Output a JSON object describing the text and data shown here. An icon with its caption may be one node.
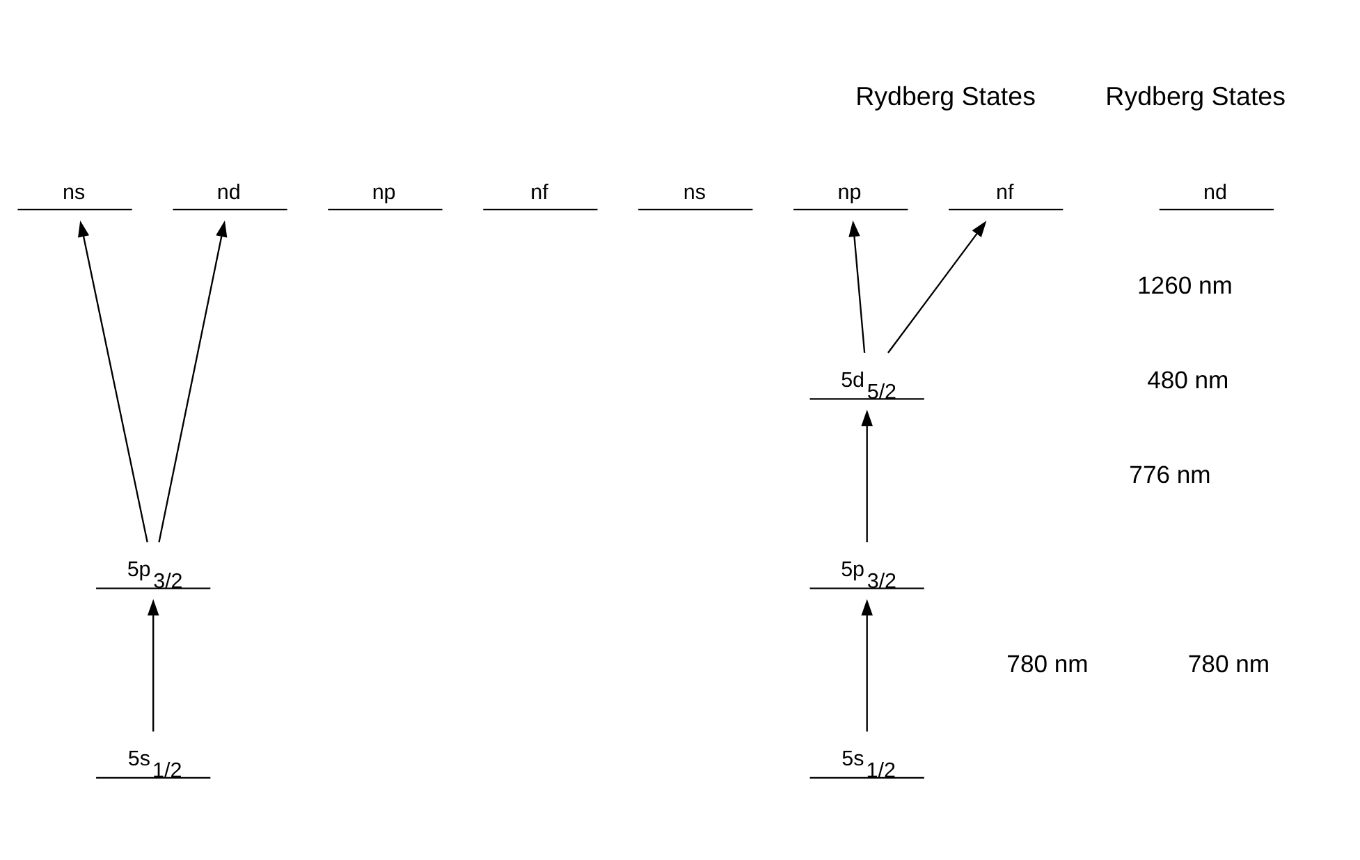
{
  "diagram": {
    "nodes": [
      {
        "text": [
          "ns"
        ]
      },
      {
        "text": [
          "np"
        ]
      },
      {
        "text": [
          "nd"
        ]
      },
      {
        "text": [
          "nf"
        ]
      },
      {
        "text": [
          "ns"
        ]
      },
      {
        "text": [
          "np"
        ]
      },
      {
        "text": [
          "nd"
        ]
      },
      {
        "text": [
          "nf"
        ]
      },
      {
        "text": [
          "5d$_{5/2}$"
        ]
      },
      {
        "text": [
          "5p$_{3/2}$"
        ]
      },
      {
        "text": [
          "5p$_{3/2}$"
        ]
      },
      {
        "text": [
          "5s$_{1/2}$"
        ]
      },
      {
        "text": [
          "5s$_{1/2}$"
        ]
      }
    ],
    "edges": [
      {
        "from": 11,
        "to": 9,
        "arrow": "to"
      },
      {
        "from": 9,
        "to": 0,
        "arrow": "to"
      },
      {
        "from": 9,
        "to": 2,
        "arrow": "to"
      },
      {
        "from": 12,
        "to": 10,
        "arrow": "to"
      },
      {
        "from": 10,
        "to": 8,
        "arrow": "to"
      },
      {
        "from": 8,
        "to": 5,
        "arrow": "to"
      },
      {
        "from": 8,
        "to": 7,
        "arrow": "to"
      }
    ],
    "labels": [
      "Rydberg States",
      "Rydberg States",
      "1260 nm",
      "480 nm",
      "776 nm",
      "780 nm",
      "780 nm"
    ]
  }
}
